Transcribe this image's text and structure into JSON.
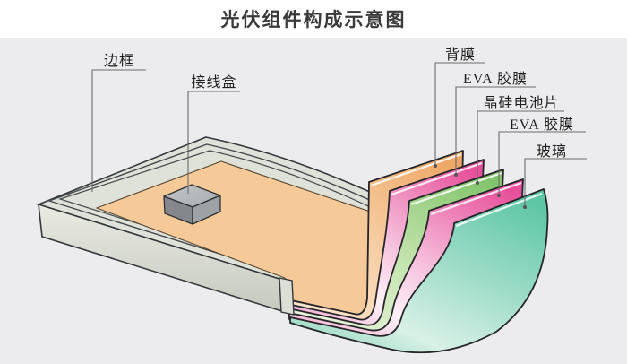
{
  "title": "光伏组件构成示意图",
  "labels": {
    "frame": "边框",
    "junction_box": "接线盒",
    "back_film": "背膜",
    "eva_film_upper": "EVA 胶膜",
    "silicon_cell": "晶硅电池片",
    "eva_film_lower": "EVA 胶膜",
    "glass": "玻璃"
  },
  "colors": {
    "page_background": "#ffffff",
    "diagram_background": "#ececee",
    "title_text": "#3a3a3a",
    "label_text": "#1f1f1f",
    "leader_line": "#6b6b6b",
    "sheet_outline": "#26262a",
    "frame_outline": "#35383c",
    "frame_top": "#dfe2d9",
    "frame_front_light": "#e9ebe3",
    "frame_front_dark": "#c6c9be",
    "frame_cap": "#dcdfd6",
    "panel_orange": "#f6c998",
    "panel_edge": "#5a4a35",
    "box_top_light": "#c0c5c7",
    "box_top_dark": "#a8adb0",
    "box_left": "#84888c",
    "box_right": "#9da2a6",
    "back_film_deep": "#eea766",
    "back_film_mid": "#f6cda2",
    "back_film_light": "#fbe9d2",
    "eva_pink_deep": "#e7519b",
    "eva_pink_mid": "#f6c0dc",
    "eva_pink_light": "#fdf1f7",
    "eva_pink_curl": "#f0a2ca",
    "cell_green_deep": "#82c46b",
    "cell_green_mid": "#c5e4af",
    "cell_green_light": "#ecf6e2",
    "glass_deep": "#5cc6a5",
    "glass_mid": "#9edcc8",
    "glass_light": "#d8f1e7",
    "glass_curl": "#8ed5bc"
  }
}
